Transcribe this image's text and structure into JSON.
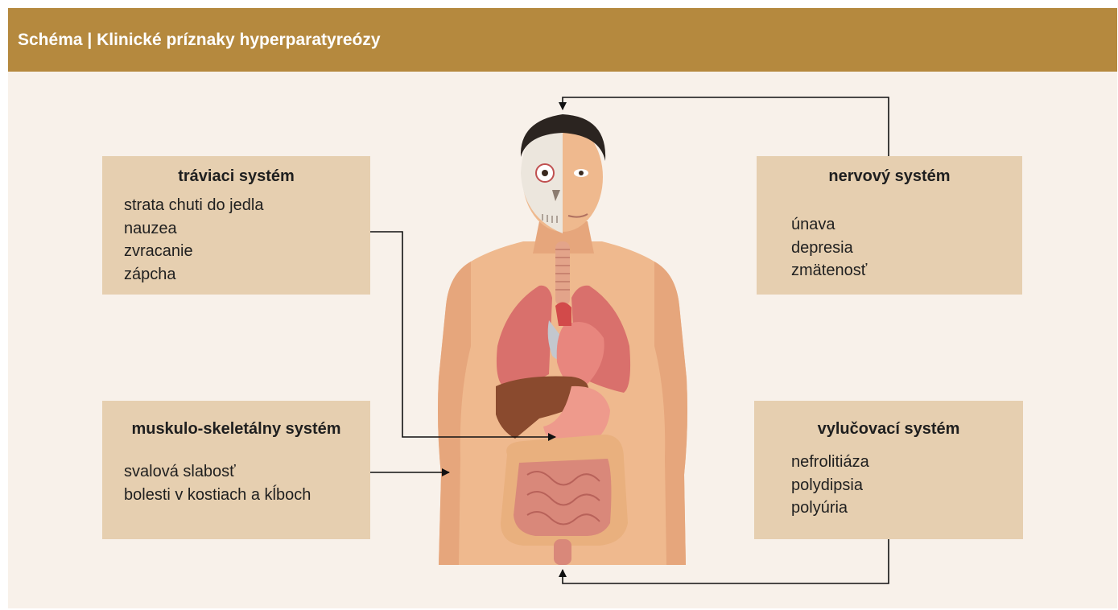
{
  "header": {
    "title": "Schéma | Klinické príznaky hyperparatyreózy"
  },
  "boxes": {
    "digestive": {
      "title": "tráviaci systém",
      "items": [
        "strata chuti do jedla",
        "nauzea",
        "zvracanie",
        "zápcha"
      ]
    },
    "nervous": {
      "title": "nervový systém",
      "items": [
        "únava",
        "depresia",
        "zmätenosť"
      ]
    },
    "musculo": {
      "title": "muskulo-skeletálny systém",
      "items": [
        "svalová slabosť",
        "bolesti v kostiach a kĺboch"
      ]
    },
    "excretory": {
      "title": "vylučovací systém",
      "items": [
        "nefrolitiáza",
        "polydipsia",
        "polyúria"
      ]
    }
  },
  "colors": {
    "header_bg": "#b5893e",
    "panel_bg": "#f8f1ea",
    "box_bg": "#e6cfb0",
    "skin": "#efb98e",
    "lungs": "#d9706c",
    "liver": "#8a4a2e",
    "intestine": "#d9887a"
  },
  "icons": [
    "human-body-illustration",
    "arrow-icon"
  ]
}
